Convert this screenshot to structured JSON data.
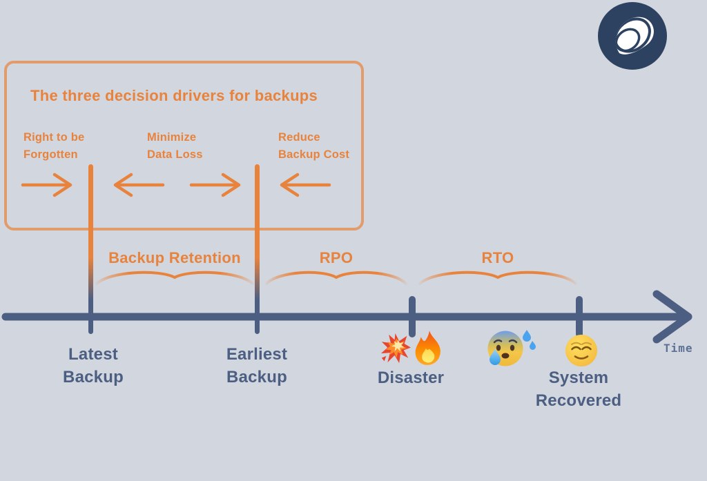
{
  "colors": {
    "background": "#D2D6DE",
    "orange_accent": "#E8833D",
    "box_border_orange": "#E99B66",
    "slate_blue": "#4C5F82",
    "logo_navy": "#2D4160",
    "time_label": "#5D7195"
  },
  "logo": {
    "icon": "shell-logo"
  },
  "drivers_box": {
    "title": "The three decision drivers for backups",
    "items": [
      {
        "line1": "Right to be",
        "line2": "Forgotten"
      },
      {
        "line1": "Minimize",
        "line2": "Data Loss"
      },
      {
        "line1": "Reduce",
        "line2": "Backup Cost"
      }
    ],
    "arrows": [
      "right-arrow",
      "left-arrow",
      "right-arrow",
      "left-arrow"
    ]
  },
  "timeline": {
    "axis_label": "Time",
    "spans": [
      {
        "label": "Backup Retention"
      },
      {
        "label": "RPO"
      },
      {
        "label": "RTO"
      }
    ],
    "markers": [
      {
        "line1": "Latest",
        "line2": "Backup"
      },
      {
        "line1": "Earliest",
        "line2": "Backup"
      },
      {
        "line1": "Disaster",
        "line2": ""
      },
      {
        "line1": "System",
        "line2": "Recovered"
      }
    ],
    "emojis": {
      "disaster": [
        "collision",
        "fire"
      ],
      "during_recovery": "anxious-face-with-sweat",
      "recovered": "relieved-face"
    }
  }
}
